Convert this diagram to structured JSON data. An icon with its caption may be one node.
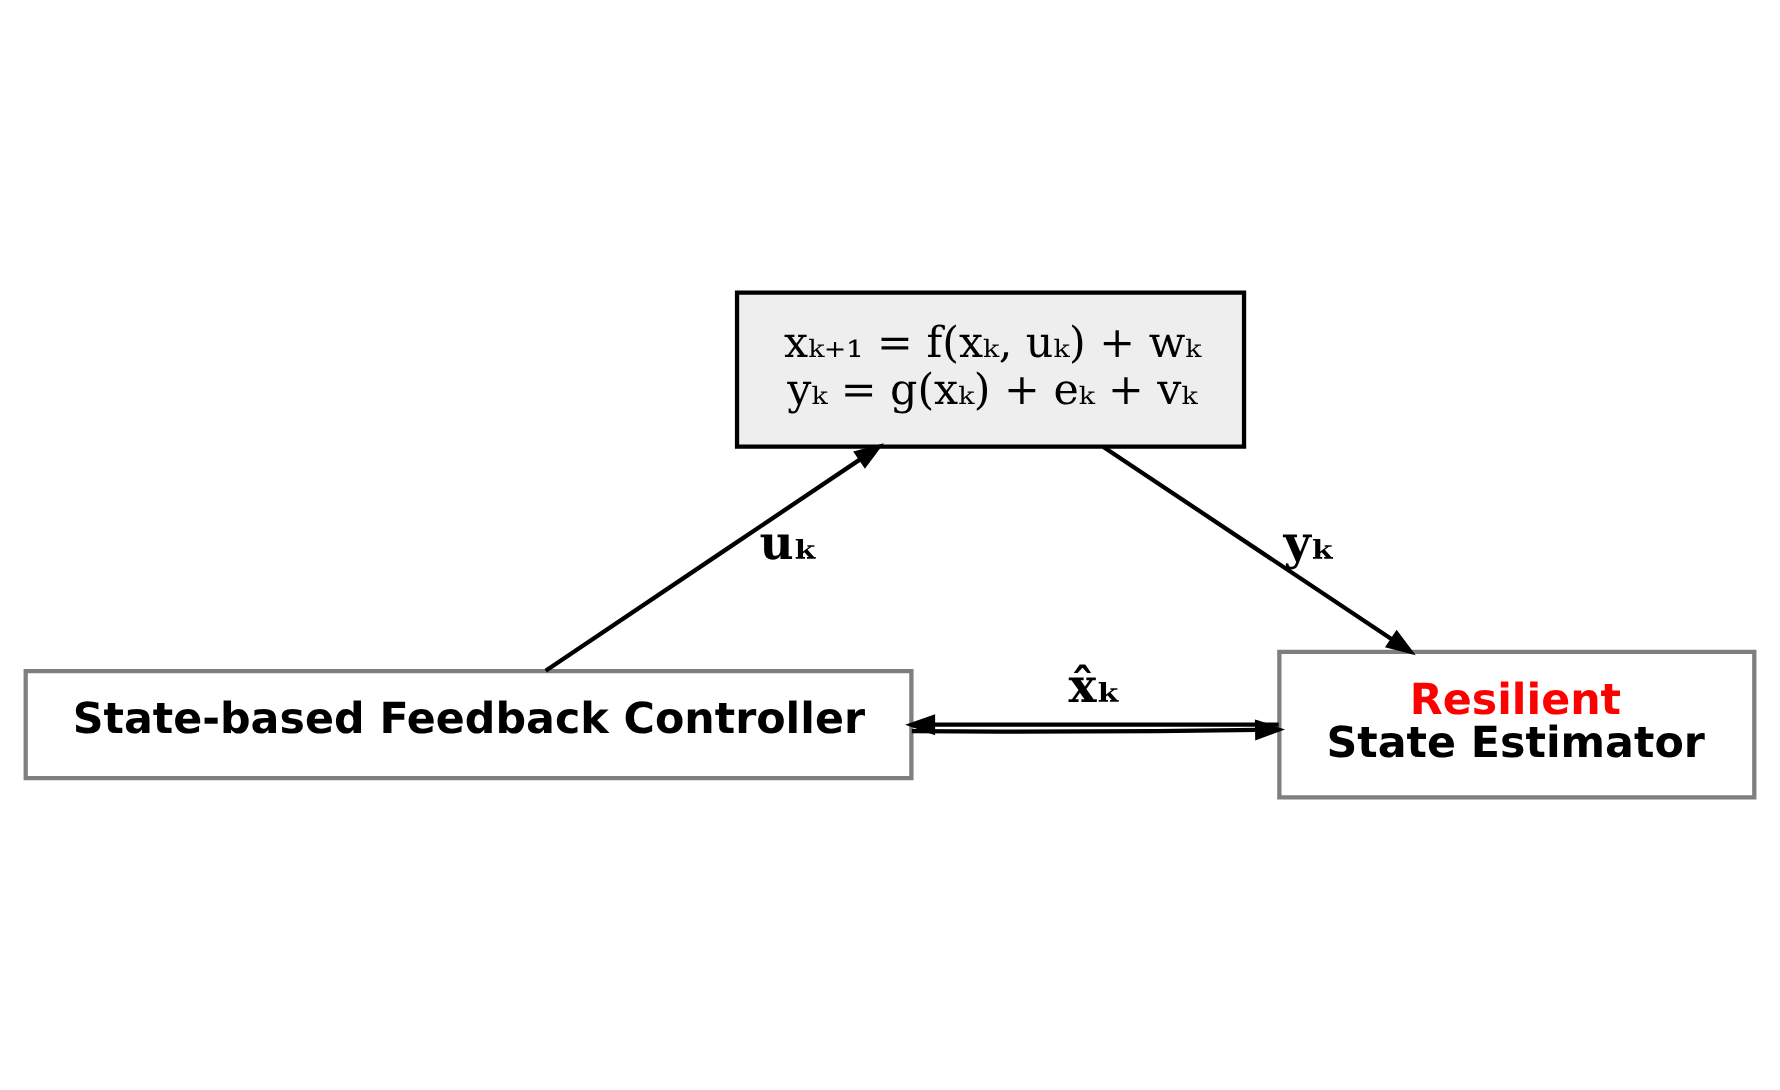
{
  "diagram": {
    "nodes": [
      {
        "text": [
          "xₖ₊₁ = f(xₖ, uₖ) + wₖ",
          "yₖ = g(xₖ) + eₖ + vₖ"
        ]
      },
      {
        "text": [
          "State-based Feedback Controller"
        ]
      },
      {
        "text": [
          "Resilient",
          "State Estimator"
        ]
      }
    ],
    "edges": [
      {
        "from": 1,
        "to": 0,
        "arrow": "to",
        "label": "uₖ"
      },
      {
        "from": 0,
        "to": 2,
        "arrow": "to",
        "label": "yₖ"
      },
      {
        "from": 2,
        "to": 1,
        "arrow": "to",
        "label": "x̂ₖ"
      },
      {
        "from": 1,
        "to": 2,
        "arrow": "to"
      }
    ]
  }
}
